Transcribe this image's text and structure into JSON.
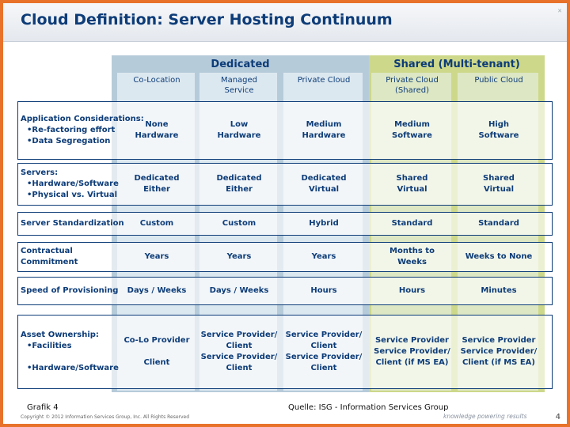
{
  "title": "Cloud Definition: Server Hosting Continuum",
  "groups": {
    "dedicated": "Dedicated",
    "shared": "Shared (Multi-tenant)"
  },
  "columns": [
    "Co-Location",
    "Managed\nService",
    "Private Cloud",
    "Private Cloud\n(Shared)",
    "Public Cloud"
  ],
  "rows": [
    {
      "label": "Application Considerations:",
      "sublabels": [
        "•Re-factoring effort",
        "•Data Segregation"
      ],
      "cells": [
        "None\nHardware",
        "Low\nHardware",
        "Medium\nHardware",
        "Medium\nSoftware",
        "High\nSoftware"
      ]
    },
    {
      "label": "Servers:",
      "sublabels": [
        "•Hardware/Software",
        "•Physical vs. Virtual"
      ],
      "cells": [
        "Dedicated\nEither",
        "Dedicated\nEither",
        "Dedicated\nVirtual",
        "Shared\nVirtual",
        "Shared\nVirtual"
      ]
    },
    {
      "label": "Server Standardization",
      "sublabels": [],
      "cells": [
        "Custom",
        "Custom",
        "Hybrid",
        "Standard",
        "Standard"
      ]
    },
    {
      "label": "Contractual\nCommitment",
      "sublabels": [],
      "cells": [
        "Years",
        "Years",
        "Years",
        "Months to\nWeeks",
        "Weeks to None"
      ]
    },
    {
      "label": "Speed of Provisioning",
      "sublabels": [],
      "cells": [
        "Days / Weeks",
        "Days / Weeks",
        "Hours",
        "Hours",
        "Minutes"
      ]
    },
    {
      "label": "Asset Ownership:",
      "sublabels": [
        "•Facilities",
        "",
        "•Hardware/Software"
      ],
      "cells": [
        "Co-Lo Provider\n\nClient",
        "Service Provider/\nClient\nService Provider/\nClient",
        "Service Provider/\nClient\nService Provider/\nClient",
        "Service Provider\nService Provider/\nClient (if MS EA)",
        "Service Provider\nService Provider/\nClient (if MS EA)"
      ]
    }
  ],
  "footer": {
    "left": "Grafik 4",
    "right": "Quelle: ISG - Information Services Group",
    "copyright": "Copyright © 2012 Information Services Group, Inc. All Rights Reserved",
    "tagline": "knowledge powering results",
    "page": "4"
  }
}
